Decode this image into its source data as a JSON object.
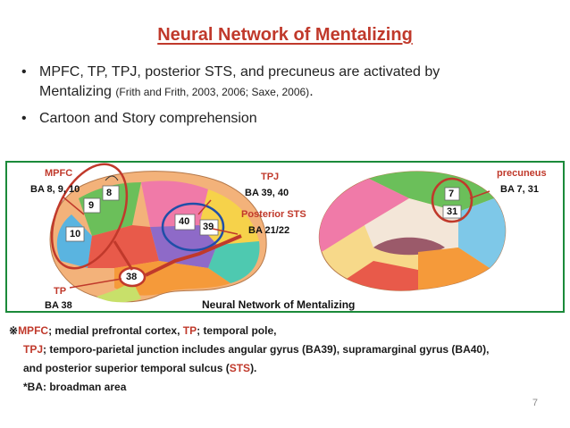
{
  "title": "Neural Network of Mentalizing",
  "bullets": {
    "b1_main": "MPFC, TP, TPJ, posterior STS, and precuneus are activated by",
    "b1_line2": "Mentalizing",
    "b1_cite": "(Frith and Frith, 2003, 2006; Saxe, 2006)",
    "b1_end": ".",
    "b2": "Cartoon and Story comprehension"
  },
  "figure": {
    "mpfc_name": "MPFC",
    "mpfc_ba": "BA 8, 9, 10",
    "tpj_name": "TPJ",
    "tpj_ba": "BA 39, 40",
    "psts_name": "Posterior STS",
    "psts_ba": "BA 21/22",
    "precuneus_name": "precuneus",
    "precuneus_ba": "BA 7, 31",
    "tp_name": "TP",
    "tp_ba": "BA 38",
    "caption": "Neural Network of Mentalizing",
    "area_labels": {
      "a8": "8",
      "a9": "9",
      "a10": "10",
      "a40": "40",
      "a39": "39",
      "a38": "38",
      "a7": "7",
      "a31": "31"
    }
  },
  "notes": {
    "mark": "※",
    "mpfc": "MPFC",
    "mpfc_def": "; medial prefrontal cortex, ",
    "tp": "TP",
    "tp_def": "; temporal pole,",
    "tpj": "TPJ",
    "tpj_def": "; temporo-parietal junction includes angular gyrus (BA39), supramarginal gyrus (BA40),",
    "line3_pre": "and posterior superior temporal sulcus (",
    "sts": "STS",
    "line3_post": ").",
    "ba_note": "*BA: broadman area"
  },
  "page_number": "7",
  "colors": {
    "accent_red": "#c0392b",
    "frame_green": "#1b8a3a"
  }
}
